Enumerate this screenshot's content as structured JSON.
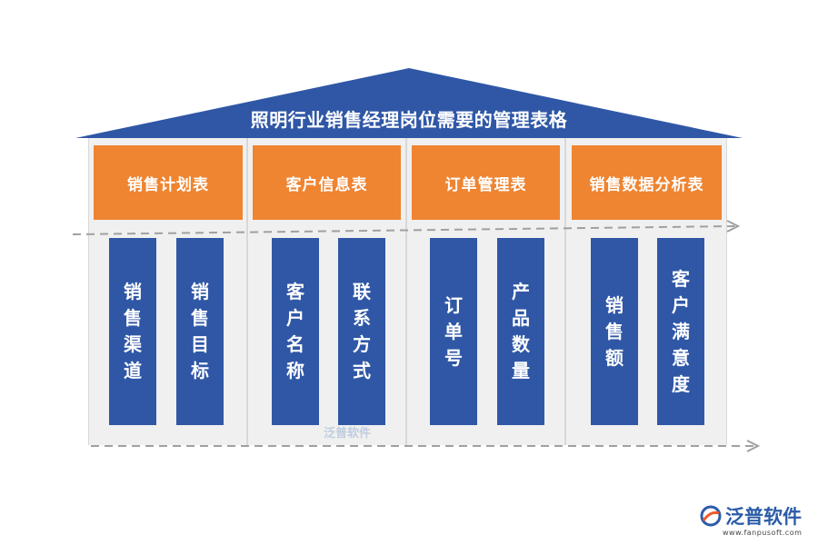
{
  "title": "照明行业销售经理岗位需要的管理表格",
  "colors": {
    "roof": "#2f57a6",
    "header": "#ef8431",
    "column": "#2f57a6",
    "panel": "#f0f0f0"
  },
  "groups": [
    {
      "header": "销售计划表",
      "items": [
        "销售渠道",
        "销售目标"
      ]
    },
    {
      "header": "客户信息表",
      "items": [
        "客户名称",
        "联系方式"
      ]
    },
    {
      "header": "订单管理表",
      "items": [
        "订单号",
        "产品数量"
      ]
    },
    {
      "header": "销售数据分析表",
      "items": [
        "销售额",
        "客户满意度"
      ]
    }
  ],
  "watermark": "泛普软件",
  "logo": {
    "name": "泛普软件",
    "url": "www.fanpusoft.com",
    "icon": "fanpu-logo-icon"
  }
}
